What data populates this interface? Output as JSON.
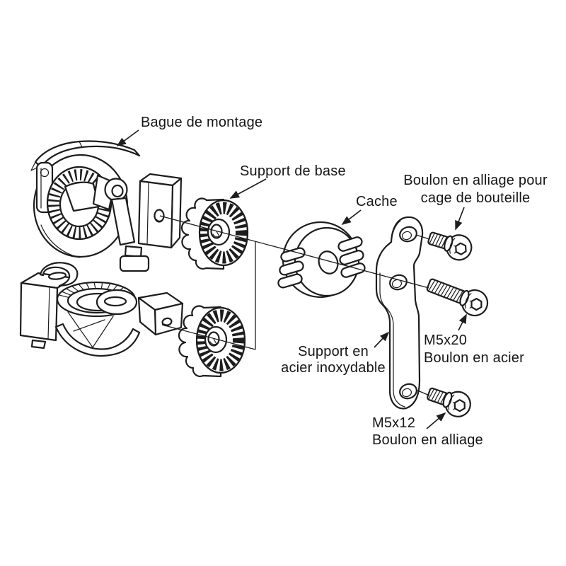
{
  "colors": {
    "ink": "#1d1d1d",
    "background": "#ffffff"
  },
  "diagram": {
    "type": "exploded-parts-line-drawing",
    "labels": {
      "mounting_ring": {
        "text": "Bague de montage"
      },
      "base_support": {
        "text": "Support de base"
      },
      "cache": {
        "text": "Cache"
      },
      "alloy_bolt_for_cage": {
        "line1": "Boulon en alliage pour",
        "line2": "cage de bouteille"
      },
      "steel_bolt": {
        "size": "M5x20",
        "text": "Boulon en acier"
      },
      "steel_support": {
        "line1": "Support en",
        "line2": "acier inoxydable"
      },
      "alloy_bolt": {
        "size": "M5x12",
        "text": "Boulon en alliage"
      }
    }
  }
}
